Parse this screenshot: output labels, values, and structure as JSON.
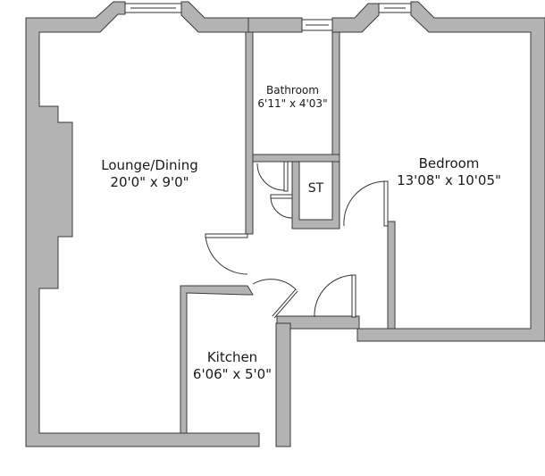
{
  "floorplan": {
    "rooms": [
      {
        "name": "Lounge/Dining",
        "dimensions": "20'0\" x 9'0\""
      },
      {
        "name": "Bathroom",
        "dimensions": "6'11\" x 4'03\""
      },
      {
        "name": "ST",
        "dimensions": ""
      },
      {
        "name": "Bedroom",
        "dimensions": "13'08\" x 10'05\""
      },
      {
        "name": "Kitchen",
        "dimensions": "6'06\" x 5'0\""
      }
    ],
    "colors": {
      "wall_fill": "#b3b3b3",
      "wall_stroke": "#3a3a3a",
      "background": "#ffffff"
    }
  }
}
